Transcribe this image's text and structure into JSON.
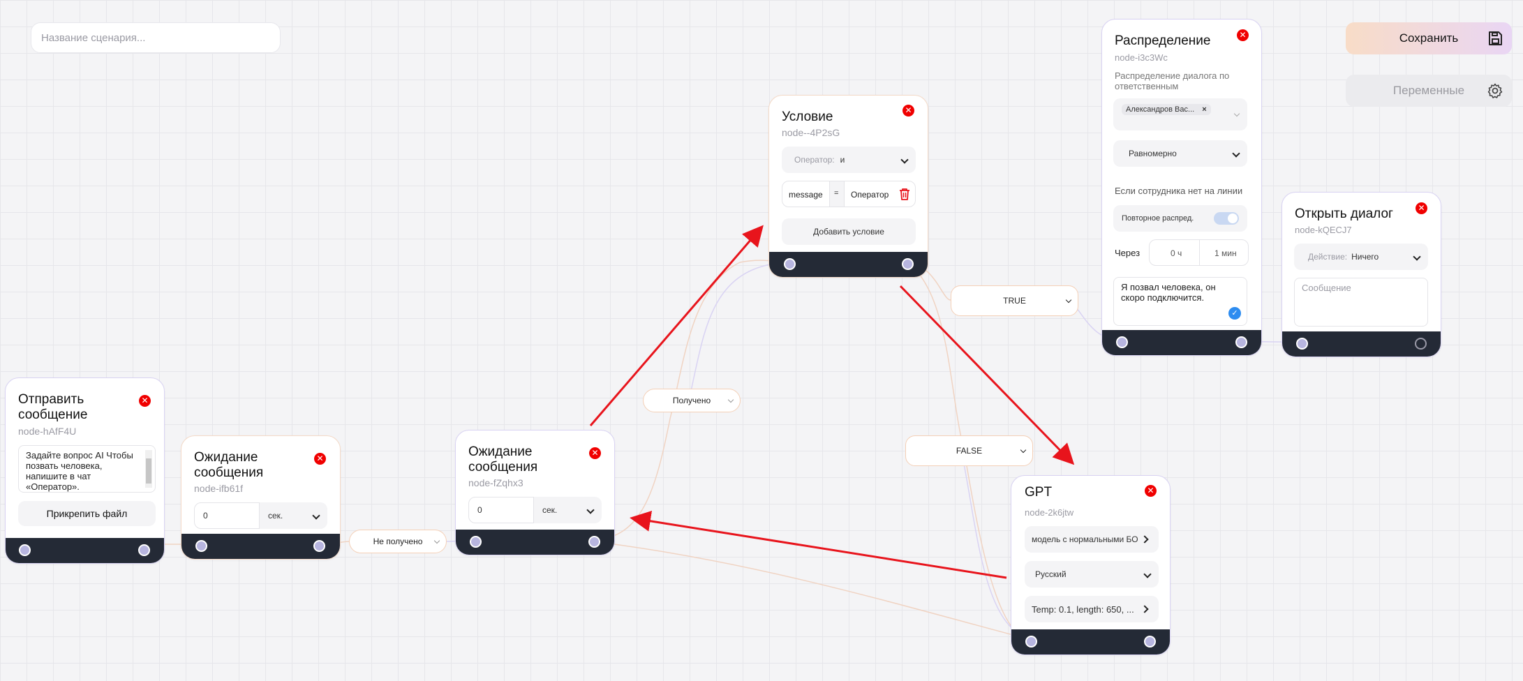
{
  "scenario": {
    "placeholder": "Название сценария..."
  },
  "toolbar": {
    "save_label": "Сохранить",
    "variables_label": "Переменные"
  },
  "nodes": {
    "send_message": {
      "title": "Отправить сообщение",
      "id": "node-hAfF4U",
      "message_text": "Задайте вопрос AI Чтобы позвать человека, напишите в чат «Оператор».",
      "attach_label": "Прикрепить файл"
    },
    "wait1": {
      "title": "Ожидание сообщения",
      "id": "node-ifb61f",
      "value": "0",
      "unit": "сек."
    },
    "wait2": {
      "title": "Ожидание сообщения",
      "id": "node-fZqhx3",
      "value": "0",
      "unit": "сек."
    },
    "condition": {
      "title": "Условие",
      "id": "node--4P2sG",
      "operator_label": "Оператор:",
      "operator_value": "и",
      "cond_field": "message",
      "cond_op": "=",
      "cond_value": "Оператор",
      "add_label": "Добавить условие"
    },
    "distribution": {
      "title": "Распределение",
      "id": "node-i3c3Wc",
      "description": "Распределение диалога по ответственным",
      "assignee_tag": "Александров Вас...",
      "mode": "Равномерно",
      "offline_label": "Если сотрудника нет на линии",
      "retry_label": "Повторное распред.",
      "after_label": "Через",
      "hours": "0 ч",
      "minutes": "1 мин",
      "message": "Я позвал человека, он скоро подключится."
    },
    "open_dialog": {
      "title": "Открыть диалог",
      "id": "node-kQECJ7",
      "action_label": "Действие:",
      "action_value": "Ничего",
      "message_placeholder": "Сообщение"
    },
    "gpt": {
      "title": "GPT",
      "id": "node-2k6jtw",
      "model": "модель с нормальными БО",
      "language": "Русский",
      "params": "Temp: 0.1, length: 650, ..."
    }
  },
  "edge_labels": {
    "not_received": "Не получено",
    "received": "Получено",
    "true": "TRUE",
    "false": "FALSE"
  },
  "colors": {
    "footer": "#242a36",
    "close": "#f00000",
    "annotation_arrow": "#e8141c",
    "accent_check": "#2d8cf0"
  }
}
